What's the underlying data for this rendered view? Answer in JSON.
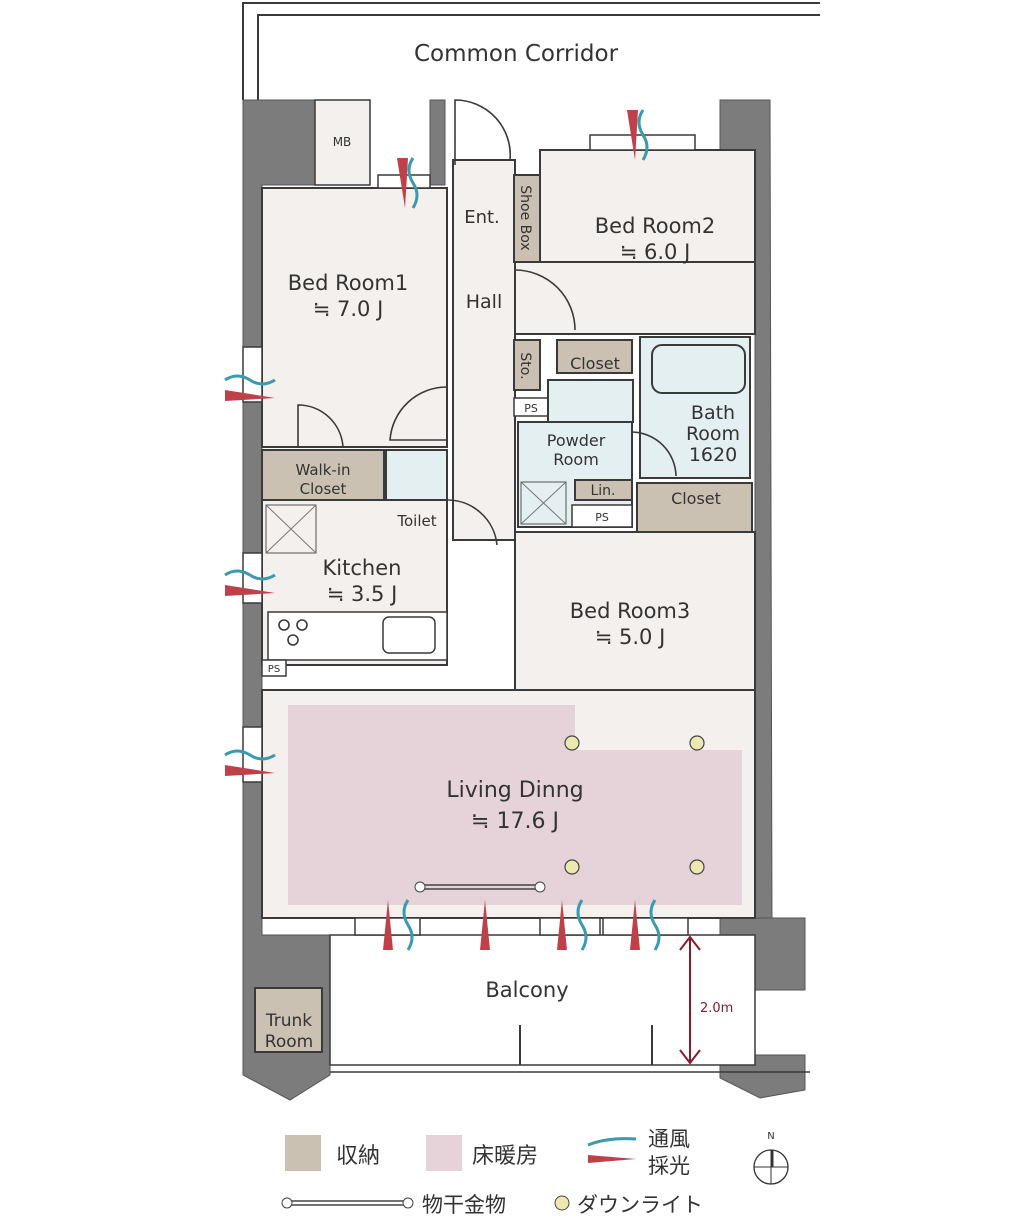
{
  "corridor": "Common Corridor",
  "rooms": {
    "mb": "MB",
    "bed1": {
      "name": "Bed Room1",
      "size": "≒ 7.0 J"
    },
    "bed2": {
      "name": "Bed Room2",
      "size": "≒ 6.0 J"
    },
    "bed3": {
      "name": "Bed Room3",
      "size": "≒ 5.0 J"
    },
    "ent": "Ent.",
    "shoe_box": "Shoe Box",
    "hall": "Hall",
    "sto": "Sto.",
    "closet": "Closet",
    "closet2": "Closet",
    "ps1": "PS",
    "ps2": "PS",
    "ps3": "PS",
    "bath": [
      "Bath",
      "Room",
      "1620"
    ],
    "powder": [
      "Powder",
      "Room"
    ],
    "lin": "Lin.",
    "walkin": [
      "Walk-in",
      "Closet"
    ],
    "toilet": "Toilet",
    "kitchen": {
      "name": "Kitchen",
      "size": "≒ 3.5 J"
    },
    "living": {
      "name": "Living Dinng",
      "size": "≒ 17.6 J"
    },
    "balcony": "Balcony",
    "trunk": [
      "Trunk",
      "Room"
    ],
    "balcony_depth": "2.0m"
  },
  "legend": {
    "storage": "収納",
    "floor_heating": "床暖房",
    "ventilation": "通風",
    "daylight": "採光",
    "drying_rod": "物干金物",
    "downlight": "ダウンライト",
    "north": "N"
  },
  "colors": {
    "storage": "#cbc1b3",
    "floor_heating": "#e6d3da",
    "wet": "#e4eff2",
    "wall": "#7c7c7c",
    "vent": "#3a9ab0",
    "light": "#c0404a"
  }
}
